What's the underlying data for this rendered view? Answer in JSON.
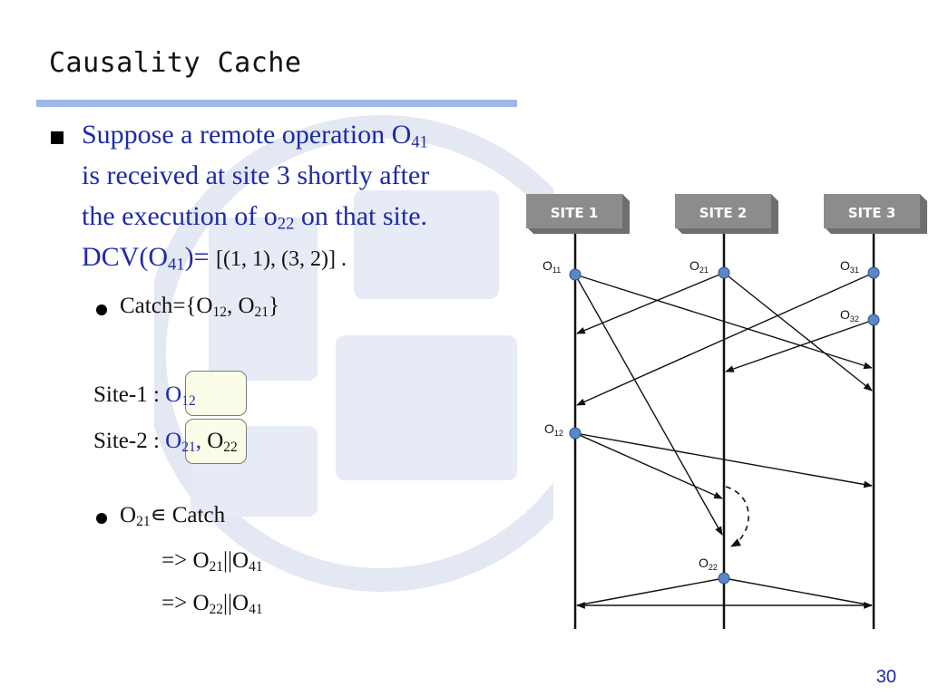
{
  "slide": {
    "title": "Causality Cache",
    "page_number": "30"
  },
  "main_bullet": {
    "line1": "Suppose a remote operation O",
    "line1_sub": "41",
    "line2": "is received at site 3 shortly after",
    "line3_a": "the execution of o",
    "line3_sub": "22",
    "line3_b": " on that site.",
    "line4_a": "DCV(O",
    "line4_sub": "41",
    "line4_b": ")= ",
    "line4_c": "[(1, 1), (3, 2)] ."
  },
  "catch_item": {
    "prefix": "Catch={O",
    "sub1": "12",
    "mid": ", O",
    "sub2": "21",
    "suffix": "}"
  },
  "site_lines": {
    "site1_label": "Site-1 : ",
    "site1_op": "O",
    "site1_sub": "12",
    "site2_label": "Site-2 : ",
    "site2_op": "O",
    "site2_sub": "21",
    "site2_comma": ",",
    "site2_op2": " O",
    "site2_sub2": "22"
  },
  "membership_item": {
    "op": "O",
    "sub": "21",
    "rest": "∊ Catch",
    "impl1_a": "=> O",
    "impl1_sub1": "21",
    "impl1_mid": "||O",
    "impl1_sub2": "41",
    "impl2_a": "=> O",
    "impl2_sub1": "22",
    "impl2_mid": "||O",
    "impl2_sub2": "41"
  },
  "diagram": {
    "sites": [
      "SITE 1",
      "SITE 2",
      "SITE 3"
    ],
    "operations": [
      {
        "base": "O",
        "sub": "11"
      },
      {
        "base": "O",
        "sub": "21"
      },
      {
        "base": "O",
        "sub": "31"
      },
      {
        "base": "O",
        "sub": "32"
      },
      {
        "base": "O",
        "sub": "12"
      },
      {
        "base": "O",
        "sub": "22"
      }
    ],
    "box_color": "#8c8c8c",
    "event_color": "#5b86c8"
  }
}
